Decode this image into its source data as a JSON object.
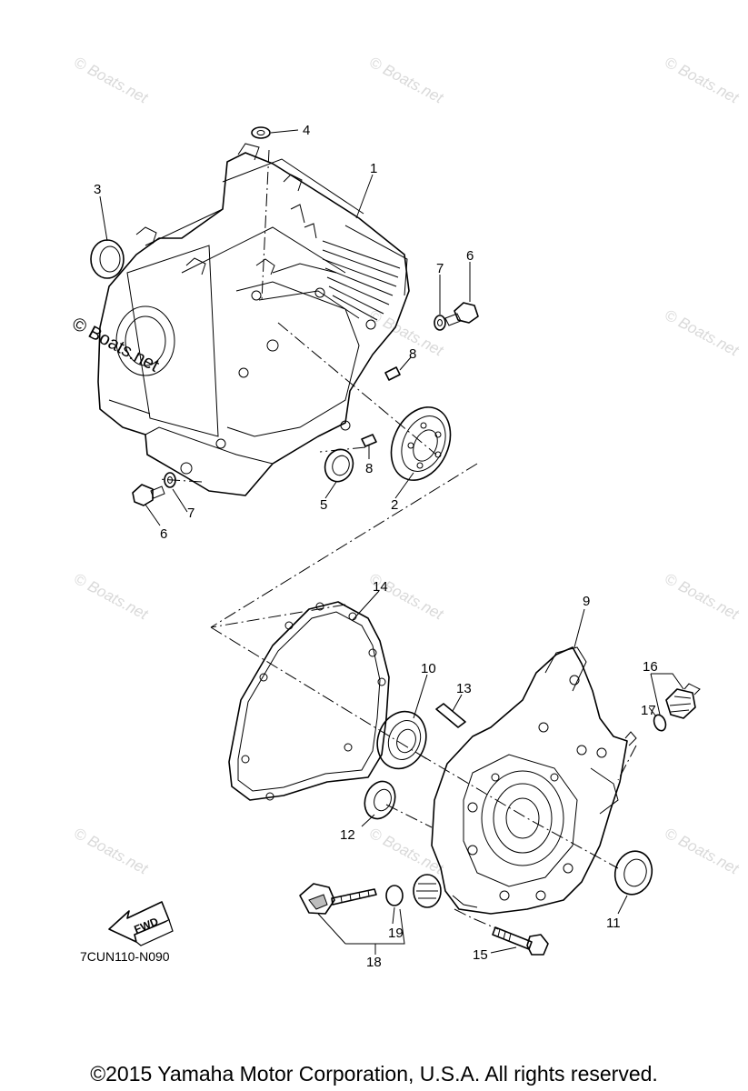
{
  "watermark": {
    "text": "© Boats.net",
    "dark_text": "© Boats.net"
  },
  "fwd_label": "FWD",
  "diagram_code": "7CUN110-N090",
  "copyright": "©2015 Yamaha Motor Corporation, U.S.A. All rights reserved.",
  "callouts": {
    "c1": "1",
    "c2": "2",
    "c3": "3",
    "c4": "4",
    "c5": "5",
    "c6a": "6",
    "c6b": "6",
    "c7a": "7",
    "c7b": "7",
    "c8a": "8",
    "c8b": "8",
    "c9": "9",
    "c10": "10",
    "c11": "11",
    "c12": "12",
    "c13": "13",
    "c14": "14",
    "c15": "15",
    "c16": "16",
    "c17": "17",
    "c18": "18",
    "c19": "19"
  }
}
